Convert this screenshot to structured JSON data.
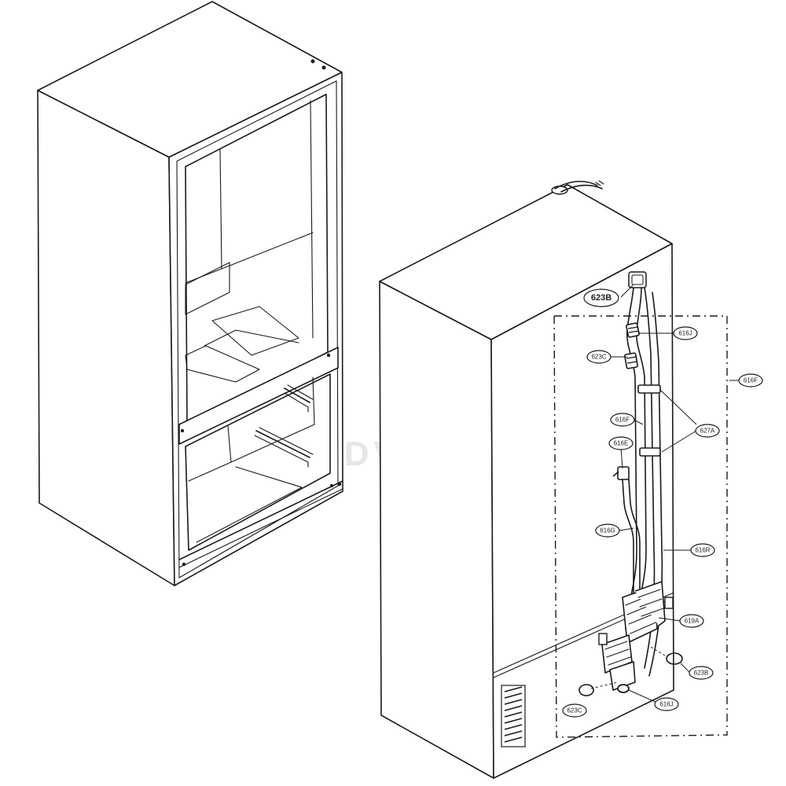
{
  "watermark": "ADVENTURE",
  "callouts": [
    {
      "id": "623B",
      "label": "623B"
    },
    {
      "id": "616J-top",
      "label": "616J"
    },
    {
      "id": "623C-top",
      "label": "623C"
    },
    {
      "id": "616F-group",
      "label": "616F"
    },
    {
      "id": "616F",
      "label": "616F"
    },
    {
      "id": "627A",
      "label": "627A"
    },
    {
      "id": "616E",
      "label": "616E"
    },
    {
      "id": "616G",
      "label": "616G"
    },
    {
      "id": "616R",
      "label": "616R"
    },
    {
      "id": "619A",
      "label": "619A"
    },
    {
      "id": "623B-bottom",
      "label": "623B"
    },
    {
      "id": "623C-bottom",
      "label": "623C"
    },
    {
      "id": "616J-bottom",
      "label": "616J"
    }
  ]
}
